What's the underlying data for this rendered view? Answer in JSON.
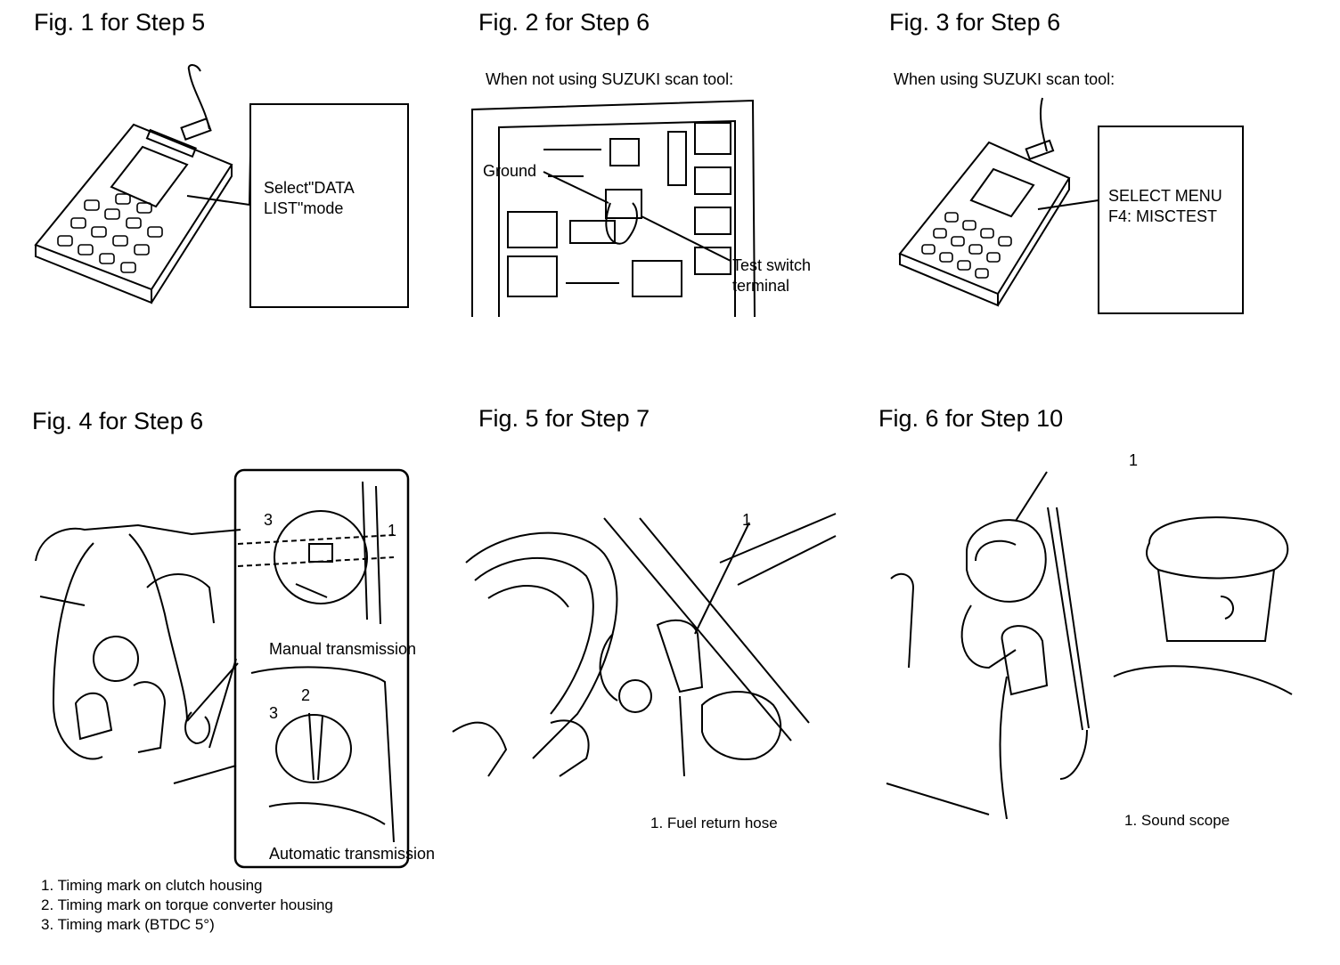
{
  "figures": [
    {
      "title": "Fig. 1 for Step 5",
      "callout": "Select\"DATA\nLIST\"mode"
    },
    {
      "title": "Fig. 2 for Step 6",
      "caption": "When not using SUZUKI scan tool:",
      "labels": {
        "ground": "Ground",
        "test_switch": "Test switch\nterminal"
      }
    },
    {
      "title": "Fig. 3 for Step 6",
      "caption": "When using SUZUKI scan tool:",
      "callout": "SELECT MENU\nF4: MISCTEST"
    },
    {
      "title": "Fig. 4 for Step 6",
      "labels": {
        "manual": "Manual transmission",
        "automatic": "Automatic transmission",
        "n1": "1",
        "n2": "2",
        "n3a": "3",
        "n3b": "3"
      },
      "legend": [
        "1.  Timing mark on clutch housing",
        "2.  Timing mark on torque converter housing",
        "3.  Timing mark (BTDC 5°)"
      ]
    },
    {
      "title": "Fig. 5 for Step 7",
      "labels": {
        "n1": "1"
      },
      "legend": [
        "1.  Fuel return hose"
      ]
    },
    {
      "title": "Fig. 6 for Step 10",
      "labels": {
        "n1": "1"
      },
      "legend": [
        "1.  Sound scope"
      ]
    }
  ]
}
